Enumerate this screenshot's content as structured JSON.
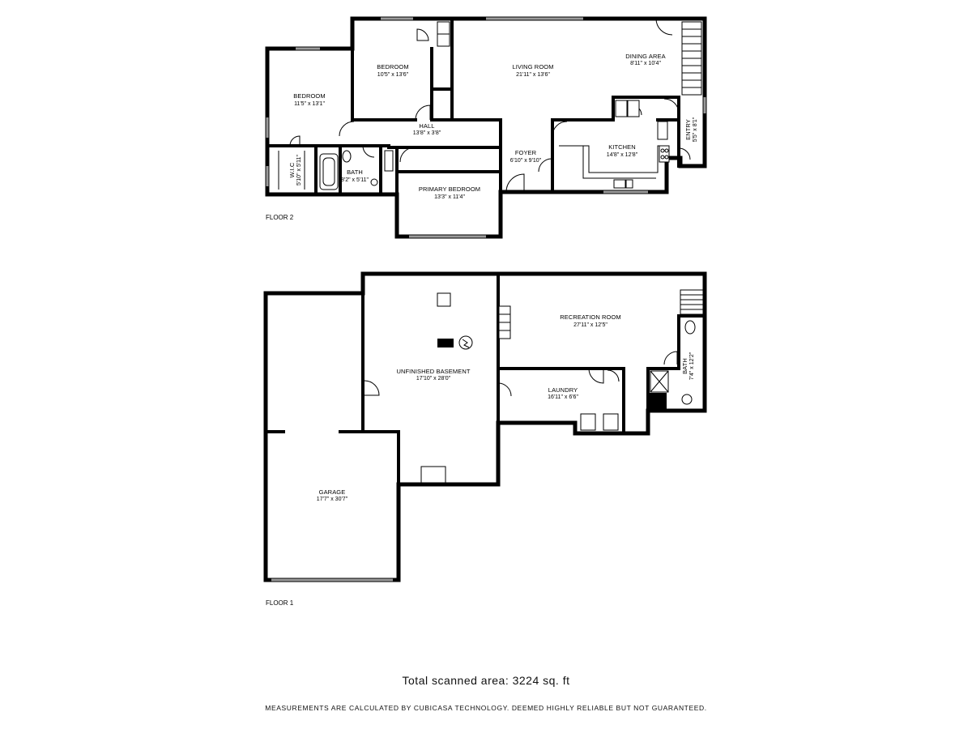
{
  "floors": [
    {
      "label": "FLOOR 2",
      "rooms": [
        {
          "key": "bedroom-2",
          "name": "BEDROOM",
          "dims": "11'5\" x 13'1\""
        },
        {
          "key": "bedroom-1",
          "name": "BEDROOM",
          "dims": "10'5\" x 13'6\""
        },
        {
          "key": "living-room",
          "name": "LIVING ROOM",
          "dims": "21'11\" x 13'6\""
        },
        {
          "key": "dining-area",
          "name": "DINING AREA",
          "dims": "8'11\" x 10'4\""
        },
        {
          "key": "hall",
          "name": "HALL",
          "dims": "13'8\" x 3'8\""
        },
        {
          "key": "kitchen",
          "name": "KITCHEN",
          "dims": "14'8\" x 12'8\""
        },
        {
          "key": "entry",
          "name": "ENTRY",
          "dims": "5'5\" x 8'1\""
        },
        {
          "key": "foyer",
          "name": "FOYER",
          "dims": "6'10\" x 9'10\""
        },
        {
          "key": "wic",
          "name": "W.I.C",
          "dims": "5'10\" x 5'11\""
        },
        {
          "key": "bath-2",
          "name": "BATH",
          "dims": "8'2\" x 5'11\""
        },
        {
          "key": "primary-bedroom",
          "name": "PRIMARY BEDROOM",
          "dims": "13'3\" x 11'4\""
        }
      ]
    },
    {
      "label": "FLOOR 1",
      "rooms": [
        {
          "key": "unfinished-basement",
          "name": "UNFINISHED BASEMENT",
          "dims": "17'10\" x 28'0\""
        },
        {
          "key": "recreation-room",
          "name": "RECREATION ROOM",
          "dims": "27'11\" x 12'5\""
        },
        {
          "key": "laundry",
          "name": "LAUNDRY",
          "dims": "16'11\" x 6'6\""
        },
        {
          "key": "bath-1",
          "name": "BATH",
          "dims": "7'4\" x 12'2\""
        },
        {
          "key": "garage",
          "name": "GARAGE",
          "dims": "17'7\" x 30'7\""
        }
      ]
    }
  ],
  "total_area": "Total scanned area: 3224 sq. ft",
  "disclaimer": "MEASUREMENTS ARE CALCULATED BY CUBICASA TECHNOLOGY. DEEMED HIGHLY RELIABLE BUT NOT GUARANTEED."
}
